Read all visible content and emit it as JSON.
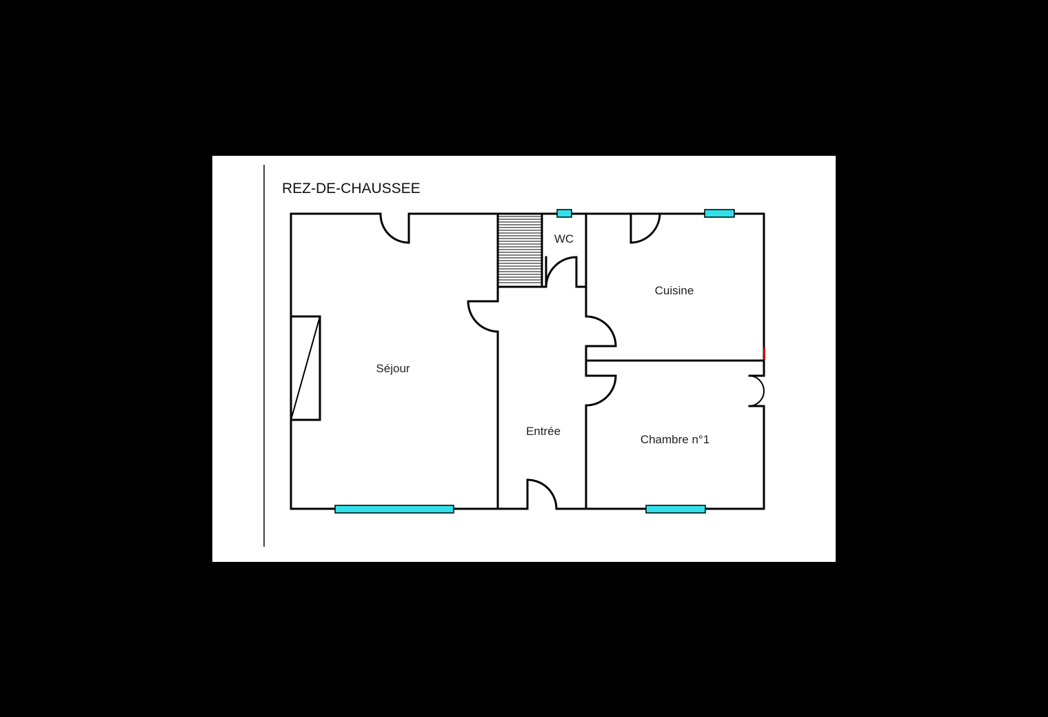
{
  "plan": {
    "title": "REZ-DE-CHAUSSEE",
    "rooms": {
      "sejour": "Séjour",
      "wc": "WC",
      "cuisine": "Cuisine",
      "entree": "Entrée",
      "chambre": "Chambre n°1"
    }
  },
  "colors": {
    "background": "#000000",
    "paper": "#ffffff",
    "wall": "#000000",
    "window": "#33e0ea",
    "marker": "#cc0000"
  }
}
